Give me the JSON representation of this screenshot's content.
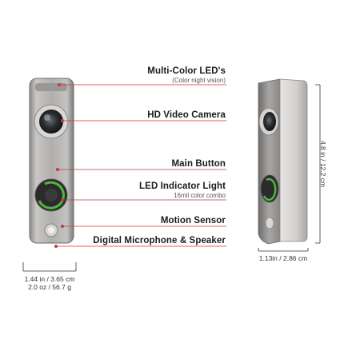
{
  "callouts": [
    {
      "label": "Multi-Color LED's",
      "sub": "(Color night vision)"
    },
    {
      "label": "HD Video Camera",
      "sub": ""
    },
    {
      "label": "Main Button",
      "sub": ""
    },
    {
      "label": "LED Indicator Light",
      "sub": "16mil color combo"
    },
    {
      "label": "Motion Sensor",
      "sub": ""
    },
    {
      "label": "Digital Microphone & Speaker",
      "sub": ""
    }
  ],
  "dimensions": {
    "width_line1": "1.44 in / 3.65 cm",
    "width_line2": "2.0 oz / 56.7 g",
    "height": "4.8 in / 12.2 cm",
    "depth": "1.13in / 2.86 cm"
  },
  "colors": {
    "leader_line": "#c9383e",
    "device_metal": "#b4b2b0",
    "accent_green": "#4fb83b"
  }
}
